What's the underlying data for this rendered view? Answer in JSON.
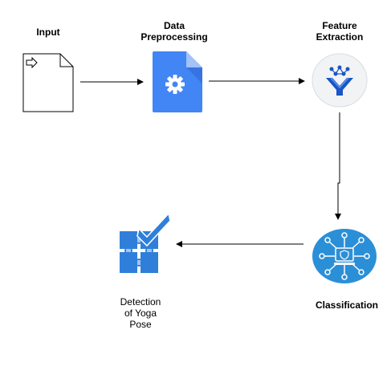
{
  "diagram": {
    "nodes": {
      "input": {
        "label": "Input",
        "icon": "document-arrow-icon"
      },
      "preprocessing": {
        "label_line1": "Data",
        "label_line2": "Preprocessing",
        "icon": "document-gear-icon",
        "color": "#4285F4"
      },
      "feature_extraction": {
        "label_line1": "Feature",
        "label_line2": "Extraction",
        "icon": "funnel-network-icon",
        "color": "#1A56C4"
      },
      "classification": {
        "label": "Classification",
        "icon": "network-hub-icon",
        "color": "#2B8FD8"
      },
      "detection": {
        "label_line1": "Detection",
        "label_line2": "of Yoga",
        "label_line3": "Pose",
        "icon": "puzzle-check-icon",
        "color": "#2F7FDA"
      }
    },
    "edges": [
      {
        "from": "input",
        "to": "preprocessing"
      },
      {
        "from": "preprocessing",
        "to": "feature_extraction"
      },
      {
        "from": "feature_extraction",
        "to": "classification"
      },
      {
        "from": "classification",
        "to": "detection"
      }
    ]
  }
}
